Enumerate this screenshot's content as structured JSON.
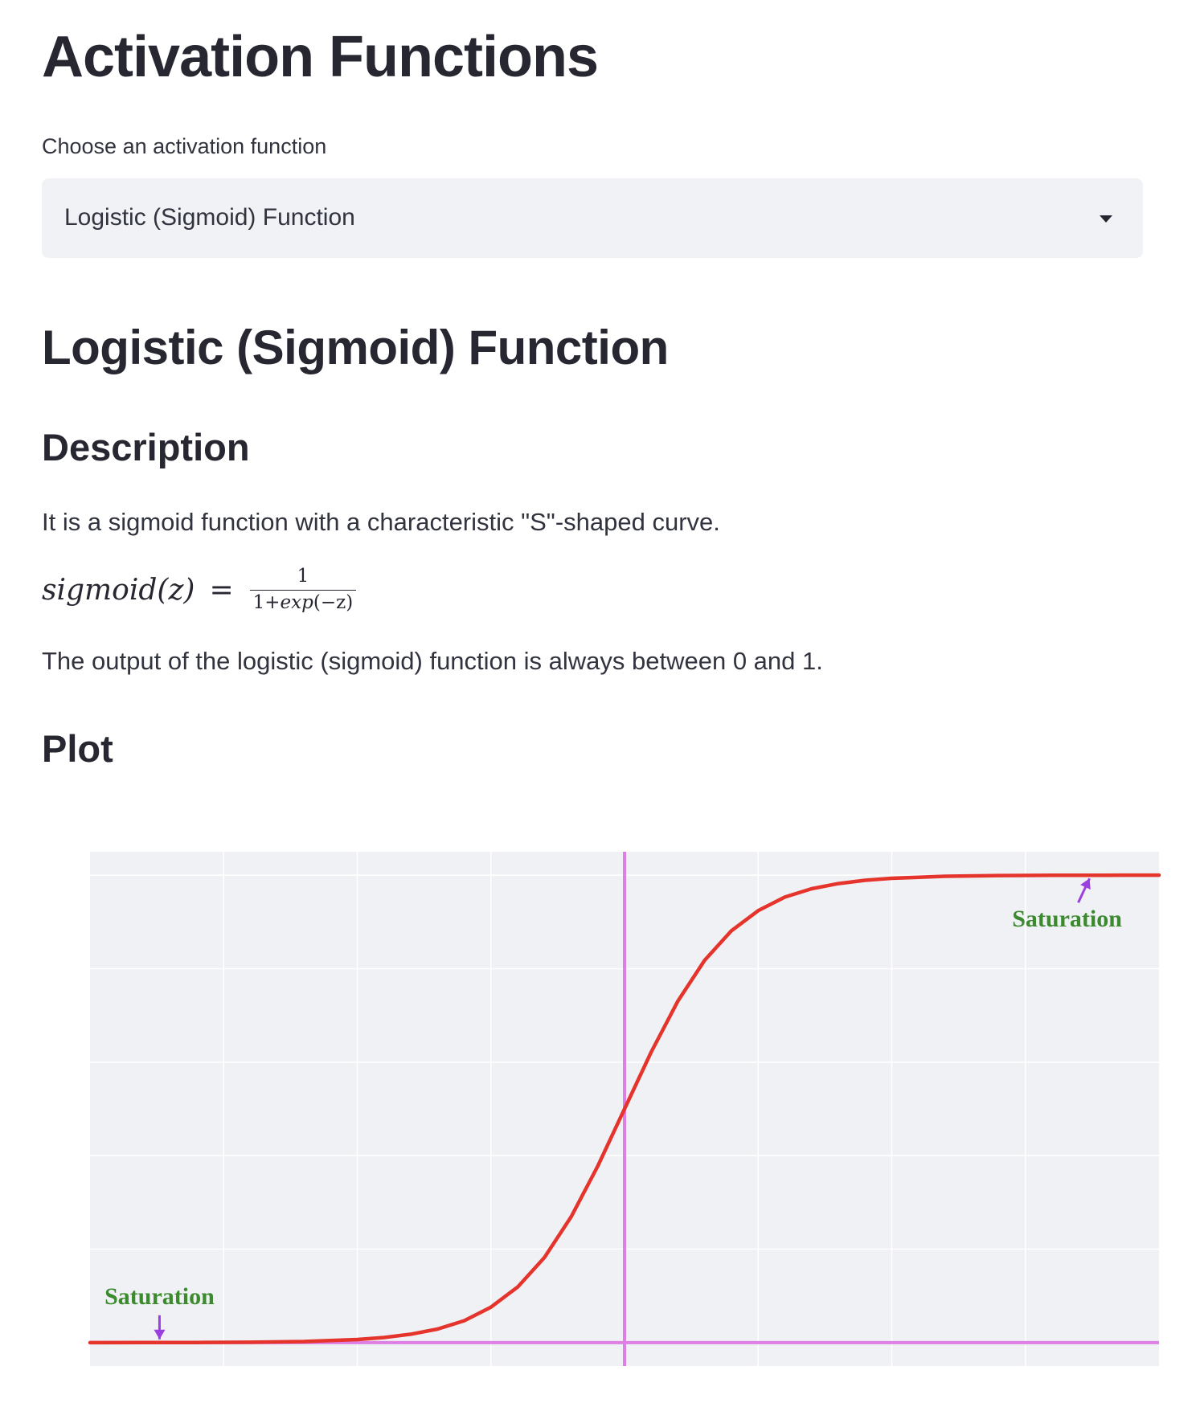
{
  "page": {
    "title": "Activation Functions"
  },
  "selector": {
    "label": "Choose an activation function",
    "selected": "Logistic (Sigmoid) Function"
  },
  "content": {
    "title": "Logistic (Sigmoid) Function",
    "description_heading": "Description",
    "description": "It is a sigmoid function with a characteristic \"S\"-shaped curve.",
    "formula": {
      "lhs": "sigmoid(z)",
      "eq": "=",
      "numerator": "1",
      "denominator_prefix": "1+",
      "denominator_func": "exp",
      "denominator_arg": "(−z)"
    },
    "output_note": "The output of the logistic (sigmoid) function is always between 0 and 1.",
    "plot_heading": "Plot"
  },
  "colors": {
    "curve": "#e5342b",
    "axis_lines": "#dd7fe4",
    "annotation_text": "#3b8a2e",
    "annotation_arrow": "#9b3fe0",
    "plot_bg": "#f0f1f5",
    "grid": "#ffffff"
  },
  "chart_data": {
    "type": "line",
    "function": "sigmoid",
    "xlim": [
      -10,
      10
    ],
    "ylim": [
      -0.05,
      1.05
    ],
    "x_gridlines": [
      -7.5,
      -5,
      -2.5,
      0,
      2.5,
      5,
      7.5
    ],
    "y_gridlines": [
      0,
      0.2,
      0.4,
      0.6,
      0.8,
      1.0
    ],
    "series": [
      {
        "x": [
          -10,
          -9,
          -8,
          -7,
          -6,
          -5,
          -4.5,
          -4,
          -3.5,
          -3,
          -2.5,
          -2,
          -1.5,
          -1,
          -0.5,
          0,
          0.5,
          1,
          1.5,
          2,
          2.5,
          3,
          3.5,
          4,
          4.5,
          5,
          6,
          7,
          8,
          9,
          10
        ],
        "y": [
          5e-05,
          0.00012,
          0.00034,
          0.0009,
          0.0025,
          0.0067,
          0.011,
          0.018,
          0.029,
          0.047,
          0.076,
          0.119,
          0.182,
          0.269,
          0.378,
          0.5,
          0.622,
          0.731,
          0.818,
          0.881,
          0.924,
          0.953,
          0.971,
          0.982,
          0.989,
          0.9933,
          0.9975,
          0.9991,
          0.99966,
          0.99988,
          0.99995
        ]
      }
    ],
    "reference_lines": {
      "vertical_x": 0,
      "horizontal_y": 0
    },
    "annotations": [
      {
        "text": "Saturation",
        "x": -8.7,
        "y": 0.0002,
        "arrow": "down"
      },
      {
        "text": "Saturation",
        "x": 8.7,
        "y": 0.9998,
        "arrow": "up"
      }
    ],
    "grid": true,
    "legend": "none"
  }
}
